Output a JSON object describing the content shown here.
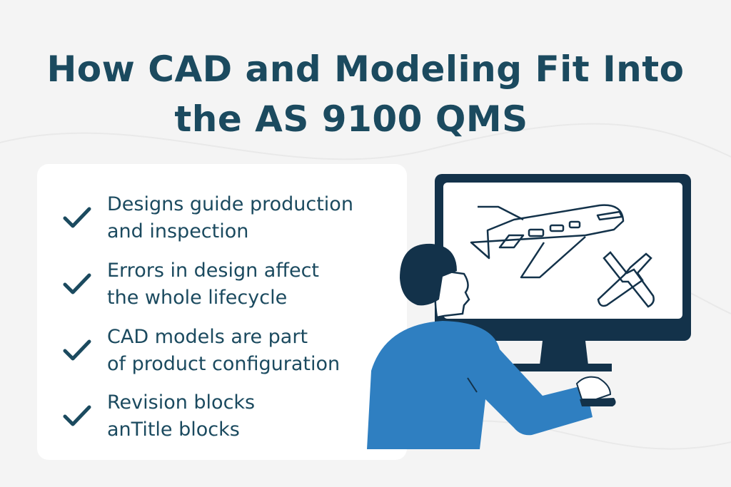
{
  "title": {
    "line1": "How CAD and Modeling Fit Into",
    "line2": "the AS 9100 QMS"
  },
  "checklist": [
    {
      "icon": "check-icon",
      "line1": "Designs guide production",
      "line2": "and inspection"
    },
    {
      "icon": "check-icon",
      "line1": "Errors in design affect",
      "line2": "the whole lifecycle"
    },
    {
      "icon": "check-icon",
      "line1": "CAD models are part",
      "line2": "of product configuration"
    },
    {
      "icon": "check-icon",
      "line1": "Revision blocks",
      "line2": "anTitle blocks"
    }
  ],
  "colors": {
    "title": "#1b4a5f",
    "monitor": "#13324a",
    "shirt": "#2f7fc1",
    "background": "#f4f4f4"
  }
}
